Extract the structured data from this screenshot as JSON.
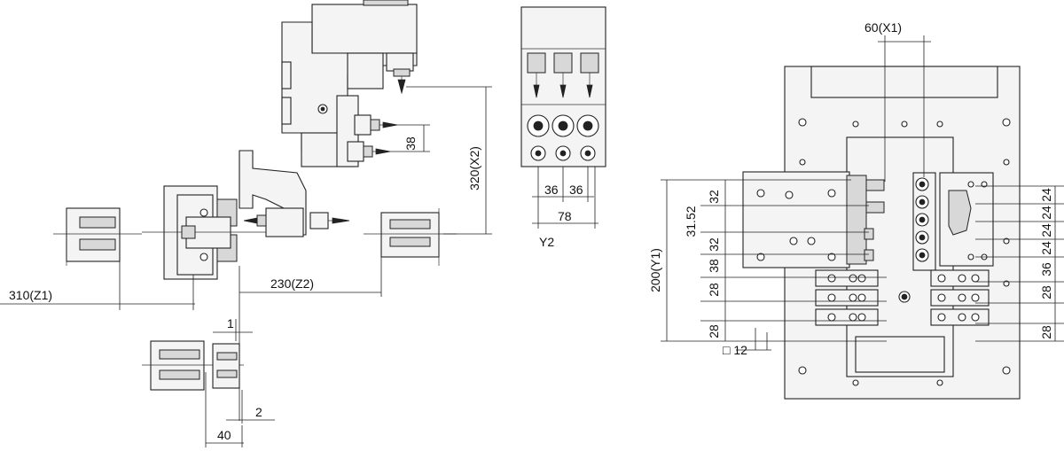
{
  "dimensions": {
    "left": {
      "z1": "310(Z1)",
      "z2": "230(Z2)",
      "x2": "320(X2)",
      "v38": "38",
      "v1": "1",
      "v2": "2",
      "v40": "40"
    },
    "middle": {
      "v36a": "36",
      "v36b": "36",
      "v78": "78",
      "y2": "Y2"
    },
    "right": {
      "x1": "60(X1)",
      "y1": "200(Y1)",
      "v32a": "32",
      "v3152": "31.52",
      "v32b": "32",
      "v38": "38",
      "v28a": "28",
      "v28b": "28",
      "sq12": "□ 12",
      "r24a": "24",
      "r24b": "24",
      "r24c": "24",
      "r24d": "24",
      "r36": "36",
      "r28a": "28",
      "r28b": "28"
    }
  }
}
